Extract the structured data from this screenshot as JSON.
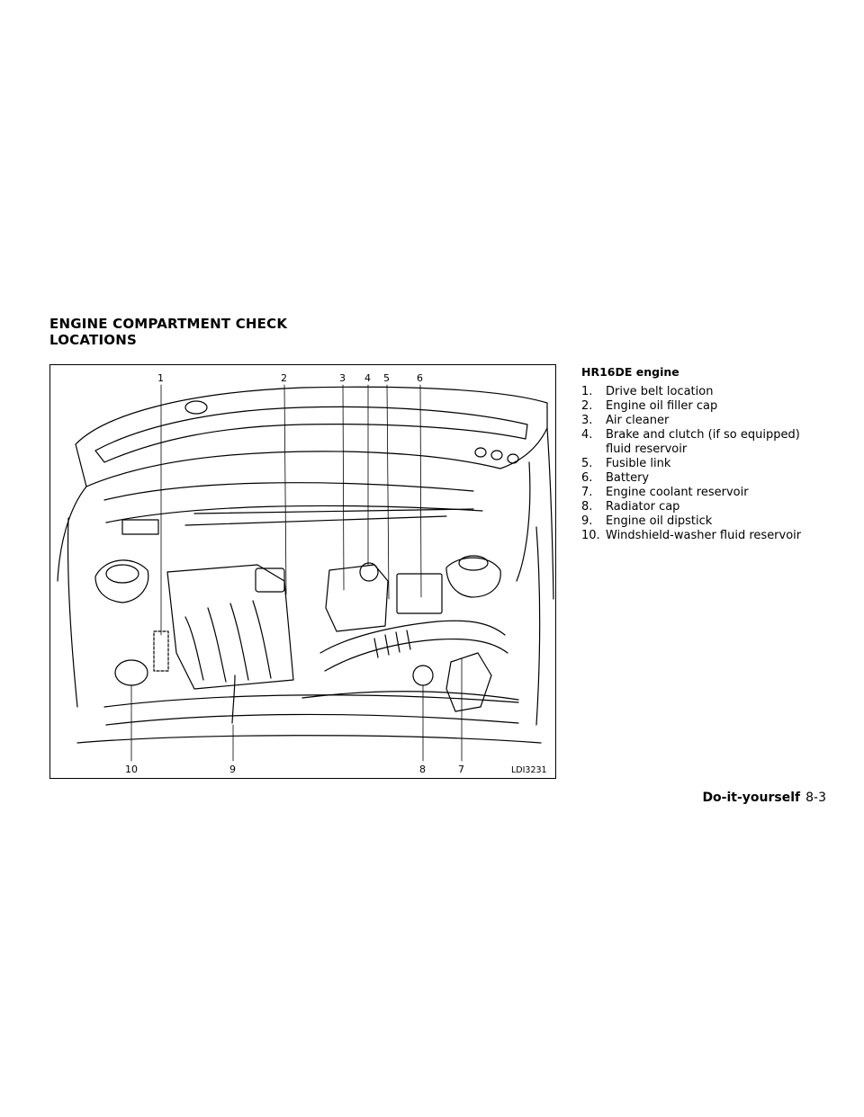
{
  "heading": {
    "line1": "ENGINE COMPARTMENT CHECK",
    "line2": "LOCATIONS"
  },
  "figure": {
    "code": "LDI3231",
    "callouts": [
      "1",
      "2",
      "3",
      "4",
      "5",
      "6",
      "7",
      "8",
      "9",
      "10"
    ]
  },
  "legend": {
    "title": "HR16DE engine",
    "items": [
      {
        "num": "1.",
        "text": "Drive belt location"
      },
      {
        "num": "2.",
        "text": "Engine oil filler cap"
      },
      {
        "num": "3.",
        "text": "Air cleaner"
      },
      {
        "num": "4.",
        "text": "Brake and clutch (if so equipped)",
        "text2": "fluid reservoir"
      },
      {
        "num": "5.",
        "text": "Fusible link"
      },
      {
        "num": "6.",
        "text": "Battery"
      },
      {
        "num": "7.",
        "text": "Engine coolant reservoir"
      },
      {
        "num": "8.",
        "text": "Radiator cap"
      },
      {
        "num": "9.",
        "text": "Engine oil dipstick"
      },
      {
        "num": "10.",
        "text": "Windshield-washer fluid reservoir"
      }
    ]
  },
  "footer": {
    "section": "Do-it-yourself",
    "page": "8-3"
  }
}
